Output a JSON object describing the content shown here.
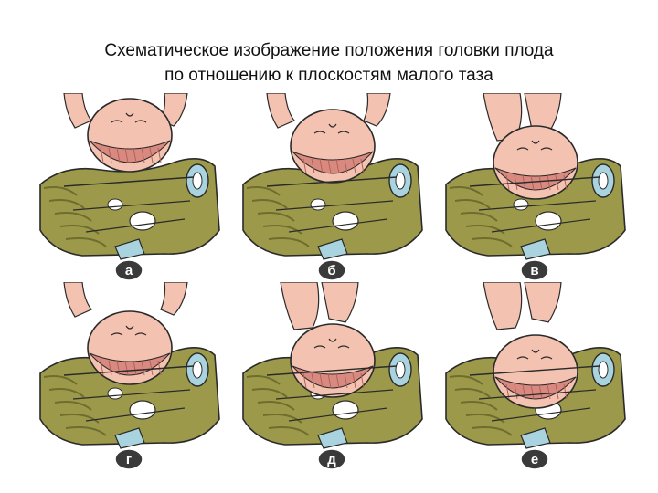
{
  "title": {
    "line1": "Схематическое изображение положения головки плода",
    "line2": "по отношению к плоскостям малого таза"
  },
  "colors": {
    "pelvis": "#9c9a4a",
    "pelvis_dark": "#6f6d2e",
    "skin": "#f4c2b0",
    "hair": "#d98a80",
    "bone_blue": "#a9d3df",
    "outline": "#2a2a2a",
    "badge": "#3a3a3a"
  },
  "panels": [
    {
      "label": "а",
      "head_drop": 0,
      "flex": 0
    },
    {
      "label": "б",
      "head_drop": 12,
      "flex": 0
    },
    {
      "label": "в",
      "head_drop": 30,
      "flex": 1
    },
    {
      "label": "г",
      "head_drop": 26,
      "flex": 0
    },
    {
      "label": "д",
      "head_drop": 40,
      "flex": 1
    },
    {
      "label": "е",
      "head_drop": 52,
      "flex": 2
    }
  ]
}
